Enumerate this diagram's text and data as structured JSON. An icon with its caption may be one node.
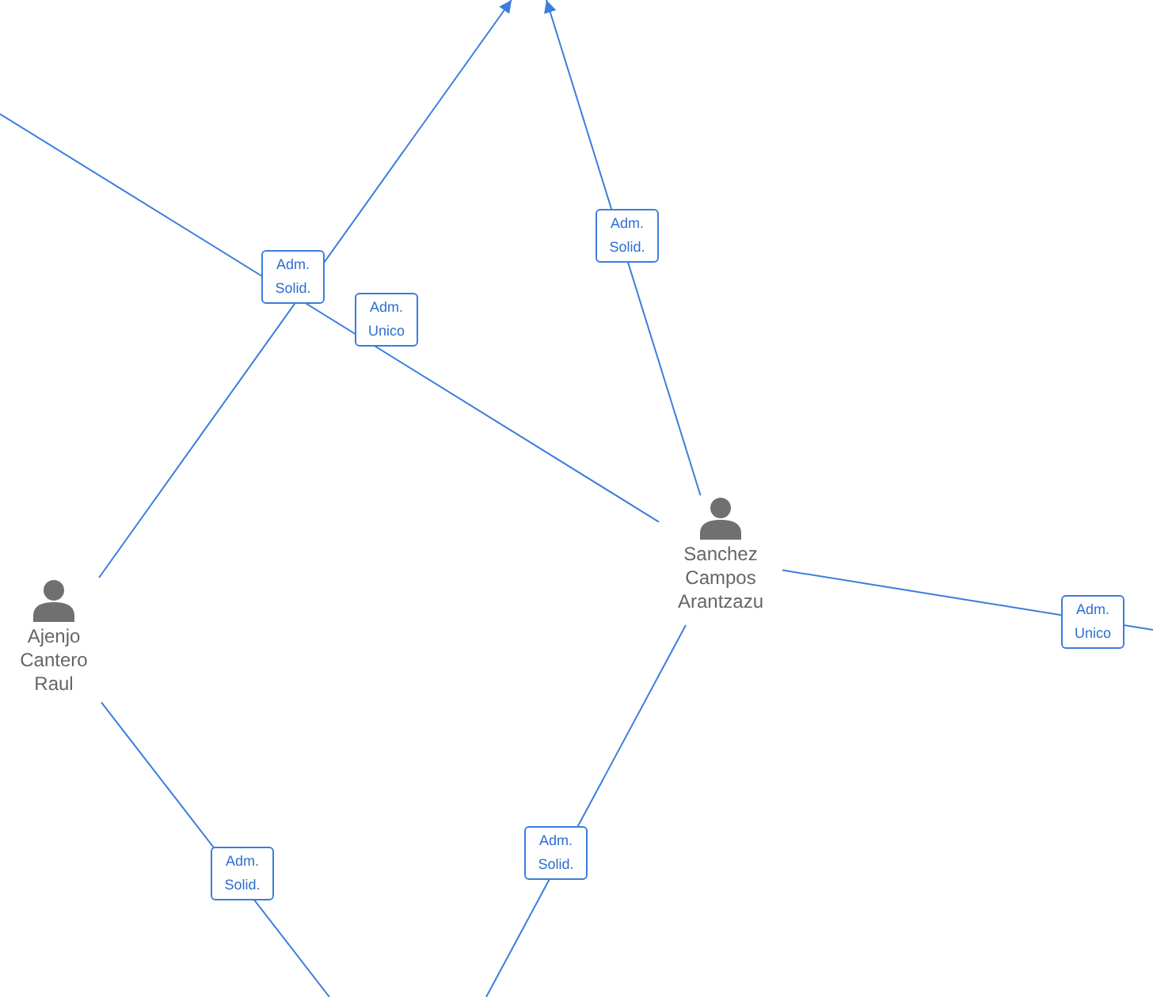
{
  "diagram": {
    "nodes": [
      {
        "text": [
          "Ajenjo Cantero Raul"
        ]
      },
      {
        "text": [
          "Sanchez Campos Arantzazu"
        ]
      }
    ],
    "edges": [
      {
        "from": 0,
        "to": null,
        "arrow": "to",
        "label": "Adm. Solid."
      },
      {
        "from": 1,
        "to": null,
        "arrow": "to",
        "label": "Adm. Solid."
      },
      {
        "from": 1,
        "to": null,
        "arrow": "none",
        "label": "Adm. Unico"
      },
      {
        "from": 1,
        "to": null,
        "arrow": "none",
        "label": "Adm. Unico"
      },
      {
        "from": 1,
        "to": null,
        "arrow": "none",
        "label": "Adm. Solid."
      },
      {
        "from": 0,
        "to": null,
        "arrow": "none",
        "label": "Adm. Solid."
      }
    ]
  }
}
